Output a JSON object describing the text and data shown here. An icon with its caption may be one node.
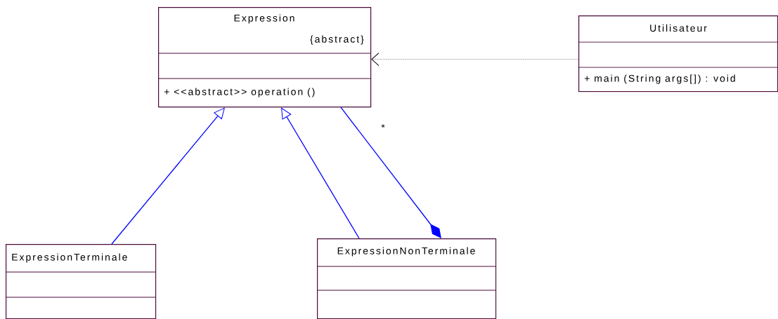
{
  "diagram": {
    "nodes": [
      {
        "text": [
          "Expression",
          "{abstract}",
          "+ <<abstract>> operation ()"
        ]
      },
      {
        "text": [
          "Utilisateur",
          "+ main (String args[]) : void"
        ]
      },
      {
        "text": [
          "ExpressionTerminale"
        ]
      },
      {
        "text": [
          "ExpressionNonTerminale"
        ]
      }
    ],
    "edges": [
      {
        "from": 1,
        "to": 0,
        "arrow": "to",
        "style": "dashed",
        "color": "#000000"
      },
      {
        "from": 2,
        "to": 0,
        "arrow": "to"
      },
      {
        "from": 3,
        "to": 0,
        "arrow": "to"
      },
      {
        "from": 0,
        "to": 3,
        "arrow": "other",
        "label": "*"
      }
    ]
  }
}
